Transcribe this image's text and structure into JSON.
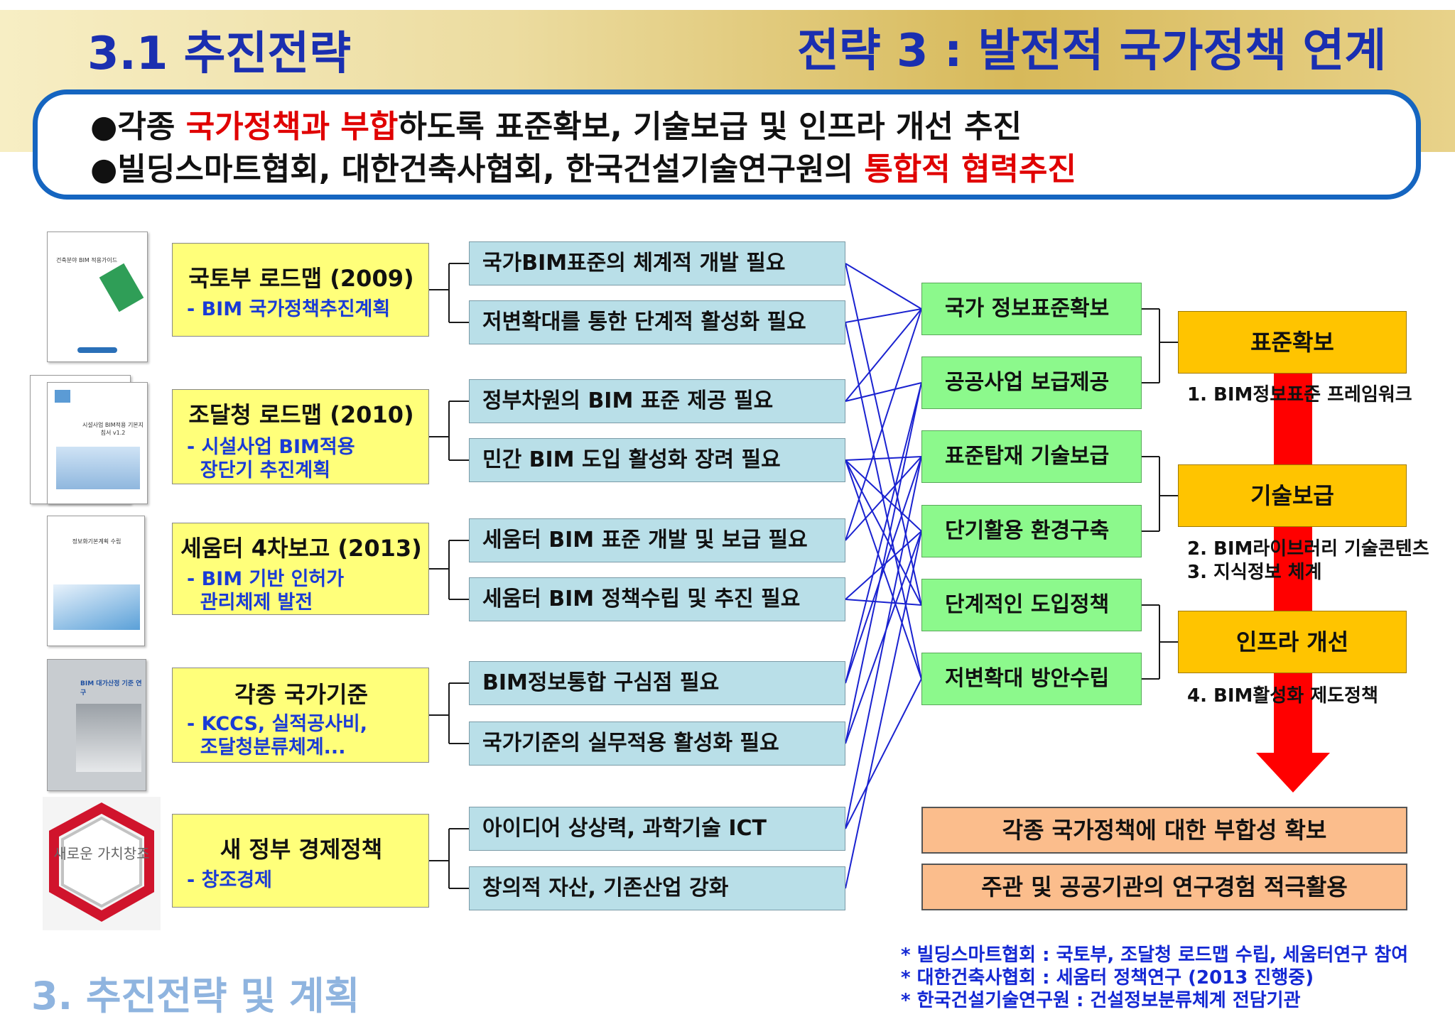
{
  "header": {
    "section_title": "3.1 추진전략",
    "strategy_title": "전략 3 : 발전적 국가정책 연계"
  },
  "summary": {
    "line1": {
      "pre": "각종 ",
      "highlight": "국가정책과 부합",
      "post": "하도록 표준확보, 기술보급 및 인프라 개선 추진"
    },
    "line2": {
      "pre": "빌딩스마트협회, 대한건축사협회, 한국건설기술연구원의 ",
      "highlight": "통합적 협력추진"
    }
  },
  "sources": [
    {
      "title": "국토부 로드맵 (2009)",
      "sub": "- BIM 국가정책추진계획",
      "thumb_text": "건축분야 BIM 적용가이드"
    },
    {
      "title": "조달청 로드맵 (2010)",
      "sub": "- 시설사업 BIM적용\n  장단기 추진계획",
      "thumb_text": "시설사업 BIM적용 기본지침서 v1.2"
    },
    {
      "title": "세움터 4차보고 (2013)",
      "sub": "- BIM 기반 인허가\n  관리체제 발전",
      "thumb_text": "정보화기본계획 수립"
    },
    {
      "title": "각종 국가기준",
      "sub": "- KCCS, 실적공사비,\n  조달청분류체계...",
      "thumb_text": "BIM 대가산정 기준 연구"
    },
    {
      "title": "새 정부 경제정책",
      "sub": "- 창조경제",
      "thumb_text": "새로운 가치창조"
    }
  ],
  "needs": [
    "국가BIM표준의 체계적 개발 필요",
    "저변확대를 통한 단계적 활성화 필요",
    "정부차원의 BIM 표준 제공 필요",
    "민간 BIM 도입 활성화 장려 필요",
    "세움터 BIM 표준 개발 및 보급 필요",
    "세움터 BIM 정책수립 및 추진 필요",
    "BIM정보통합 구심점 필요",
    "국가기준의 실무적용 활성화 필요",
    "아이디어 상상력, 과학기술 ICT",
    "창의적 자산, 기존산업 강화"
  ],
  "goals": [
    "국가 정보표준확보",
    "공공사업 보급제공",
    "표준탑재 기술보급",
    "단기활용 환경구축",
    "단계적인 도입정책",
    "저변확대 방안수립"
  ],
  "links": [
    [
      0,
      0
    ],
    [
      0,
      4
    ],
    [
      1,
      0
    ],
    [
      1,
      5
    ],
    [
      2,
      0
    ],
    [
      2,
      1
    ],
    [
      3,
      2
    ],
    [
      3,
      3
    ],
    [
      3,
      4
    ],
    [
      3,
      5
    ],
    [
      4,
      0
    ],
    [
      4,
      2
    ],
    [
      5,
      3
    ],
    [
      5,
      4
    ],
    [
      6,
      1
    ],
    [
      6,
      2
    ],
    [
      7,
      1
    ],
    [
      7,
      3
    ],
    [
      8,
      2
    ],
    [
      8,
      5
    ],
    [
      9,
      3
    ]
  ],
  "categories": [
    {
      "label": "표준확보",
      "details": [
        "1. BIM정보표준 프레임워크"
      ]
    },
    {
      "label": "기술보급",
      "details": [
        "2. BIM라이브러리 기술콘텐츠",
        "3. 지식정보 체계"
      ]
    },
    {
      "label": "인프라 개선",
      "details": [
        "4. BIM활성화 제도정책"
      ]
    }
  ],
  "results": [
    "각종 국가정책에 대한 부합성 확보",
    "주관 및 공공기관의 연구경험 적극활용"
  ],
  "notes": [
    "* 빌딩스마트협회 : 국토부, 조달청 로드맵 수립, 세움터연구 참여",
    "* 대한건축사협회 : 세움터 정책연구 (2013 진행중)",
    "* 한국건설기술연구원 : 건설정보분류체계 전담기관"
  ],
  "footer": "3. 추진전략 및 계획",
  "colors": {
    "header_blue": "#1a2fb0",
    "highlight_red": "#e00000",
    "source_yellow": "#ffff7a",
    "need_blue": "#b9dfe8",
    "goal_green": "#8cf98c",
    "category_orange": "#ffc400",
    "result_peach": "#fbbd8c",
    "arrow_red": "#ff0000"
  }
}
